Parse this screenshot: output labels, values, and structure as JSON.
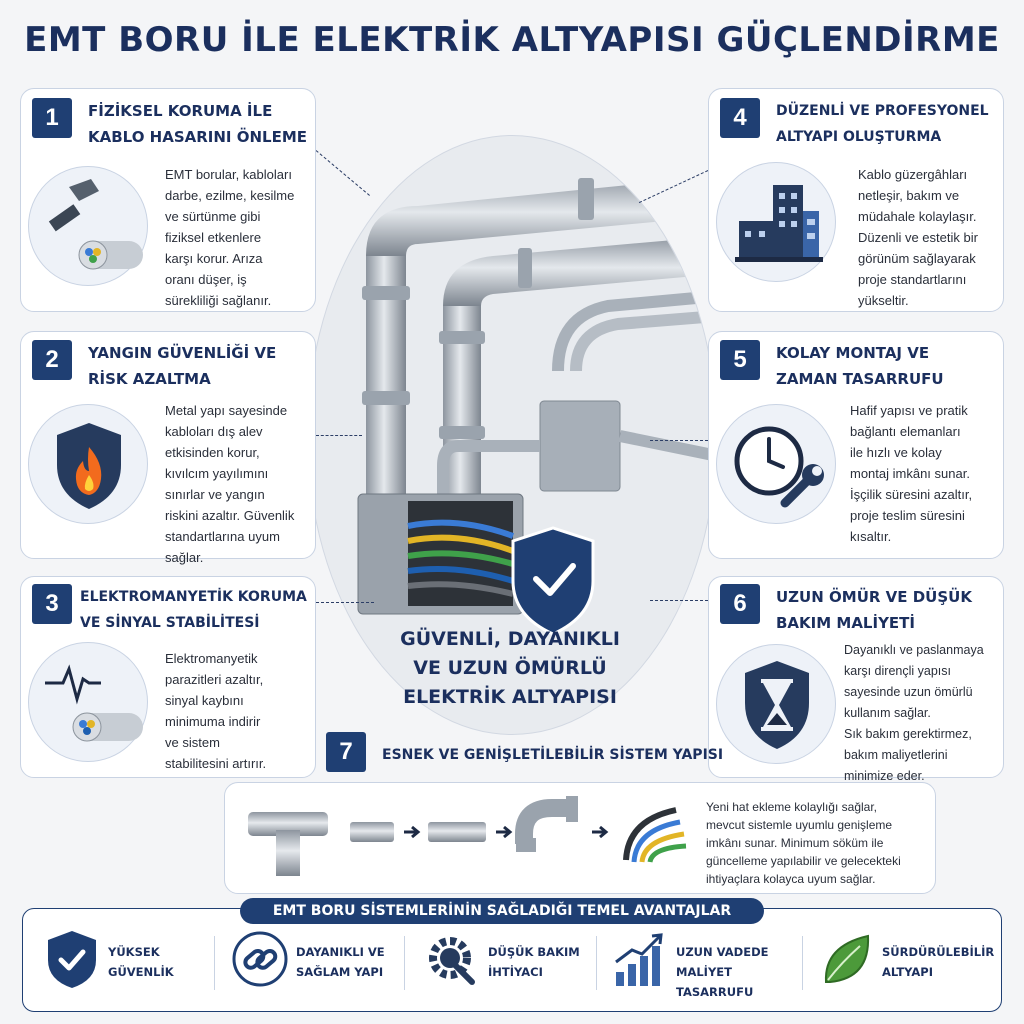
{
  "title": "EMT BORU İLE ELEKTRİK ALTYAPISI GÜÇLENDİRME",
  "center_text": "GÜVENLİ, DAYANIKLI\nVE UZUN ÖMÜRLÜ\nELEKTRİK ALTYAPISI",
  "cards": [
    {
      "num": "1",
      "title": "FİZİKSEL KORUMA İLE\nKABLO HASARINI ÖNLEME",
      "text": "EMT borular, kabloları\ndarbe, ezilme, kesilme\nve sürtünme gibi\nfiziksel etkenlere\nkarşı korur.  Arıza\noranı düşer,  iş\nsürekliliği sağlanır.",
      "icon": "hammer-cable-icon"
    },
    {
      "num": "2",
      "title": "YANGIN GÜVENLİĞİ VE\nRİSK AZALTMA",
      "text": "Metal yapı sayesinde\nkabloları dış alev\netkisinden korur,\nkıvılcım yayılımını\nsınırlar ve yangın\nriskini azaltır. Güvenlik\nstandartlarına uyum\nsağlar.",
      "icon": "fire-shield-icon"
    },
    {
      "num": "3",
      "title": "ELEKTROMANYETİK KORUMA\nVE SİNYAL STABİLİTESİ",
      "text": "Elektromanyetik\nparazitleri azaltır,\nsinyal kaybını\nminimuma indirir\nve sistem\nstabilitesini artırır.",
      "icon": "signal-cable-icon"
    },
    {
      "num": "4",
      "title": "DÜZENLİ VE PROFESYONEL\nALTYAPI OLUŞTURMA",
      "text": "Kablo güzergâhları\nnetleşir, bakım ve\nmüdahale kolaylaşır.\nDüzenli ve estetik bir\ngörünüm sağlayarak\nproje standartlarını\nyükseltir.",
      "icon": "building-icon"
    },
    {
      "num": "5",
      "title": "KOLAY MONTAJ VE\nZAMAN TASARRUFU",
      "text": "Hafif yapısı ve pratik\nbağlantı elemanları\nile hızlı ve kolay\nmontaj imkânı sunar.\nİşçilik süresini azaltır,\nproje teslim süresini\nkısaltır.",
      "icon": "clock-wrench-icon"
    },
    {
      "num": "6",
      "title": "UZUN ÖMÜR VE DÜŞÜK\nBAKIM MALİYETİ",
      "text": "Dayanıklı ve paslanmaya\nkarşı dirençli yapısı\nsayesinde uzun ömürlü\nkullanım sağlar.\nSık bakım gerektirmez,\nbakım maliyetlerini\nminimize eder.",
      "icon": "hourglass-shield-icon"
    }
  ],
  "card7": {
    "num": "7",
    "title": "ESNEK VE GENİŞLETİLEBİLİR SİSTEM YAPISI",
    "text": "Yeni hat ekleme kolaylığı sağlar,\nmevcut sistemle uyumlu genişleme\nimkânı sunar. Minimum söküm ile\ngüncelleme yapılabilir ve gelecekteki\nihtiyaçlara kolayca uyum sağlar."
  },
  "benefits": {
    "header": "EMT BORU SİSTEMLERİNİN SAĞLADIĞI TEMEL AVANTAJLAR",
    "items": [
      {
        "label": "YÜKSEK\nGÜVENLİK",
        "icon": "shield-check-icon"
      },
      {
        "label": "DAYANIKLI VE\nSAĞLAM YAPI",
        "icon": "chain-link-icon"
      },
      {
        "label": "DÜŞÜK BAKIM\nİHTİYACI",
        "icon": "gear-wrench-icon"
      },
      {
        "label": "UZUN VADEDE\nMALİYET TASARRUFU",
        "icon": "growth-chart-icon"
      },
      {
        "label": "SÜRDÜRÜLEBİLİR\nALTYAPI",
        "icon": "leaf-icon"
      }
    ]
  },
  "colors": {
    "navy": "#1f3f73",
    "title": "#1b2f5e",
    "border": "#c9d3e3",
    "fire": "#f26b1d",
    "leaf": "#4c9a3a"
  }
}
